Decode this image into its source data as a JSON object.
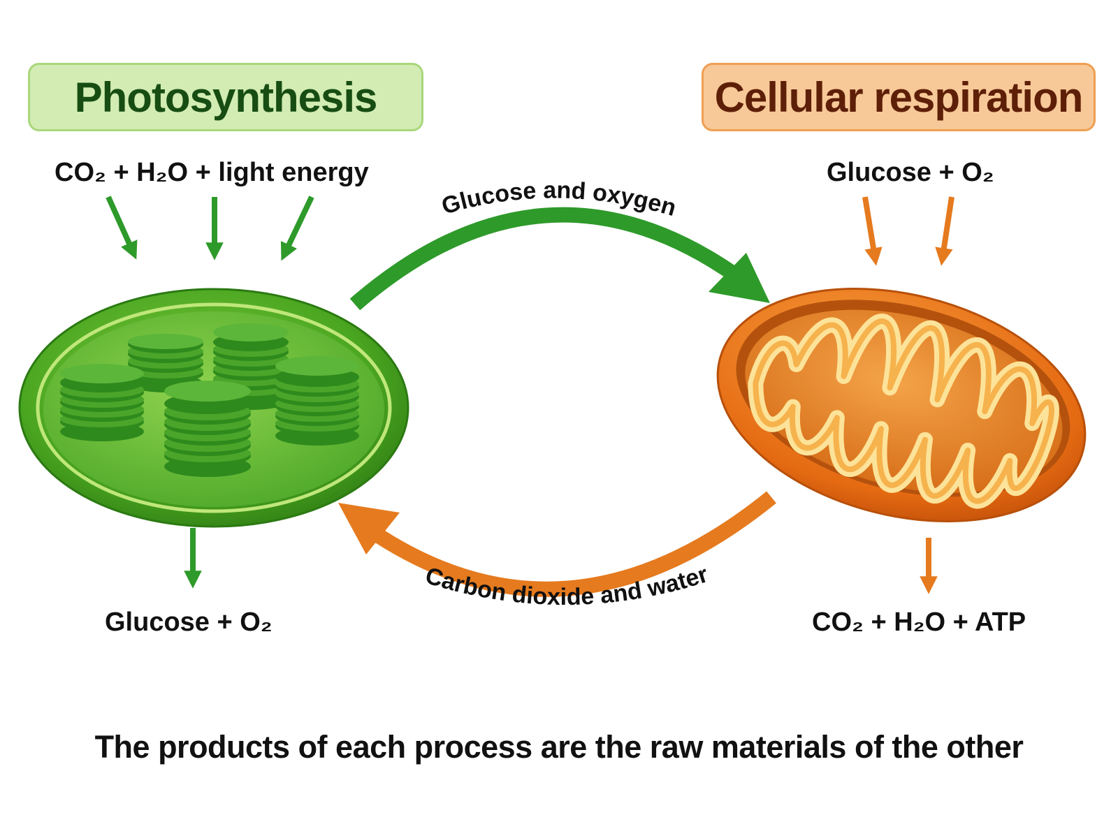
{
  "photosynthesis": {
    "title": "Photosynthesis",
    "inputs": "CO₂ + H₂O + light energy",
    "outputs": "Glucose + O₂",
    "color": "#2e9a2a"
  },
  "respiration": {
    "title": "Cellular respiration",
    "inputs": "Glucose + O₂",
    "outputs": "CO₂ + H₂O + ATP",
    "color": "#e57a1e"
  },
  "cycle": {
    "top_arrow_label": "Glucose and oxygen",
    "bottom_arrow_label": "Carbon dioxide and water"
  },
  "footer": "The products of each process are the raw materials of the other"
}
